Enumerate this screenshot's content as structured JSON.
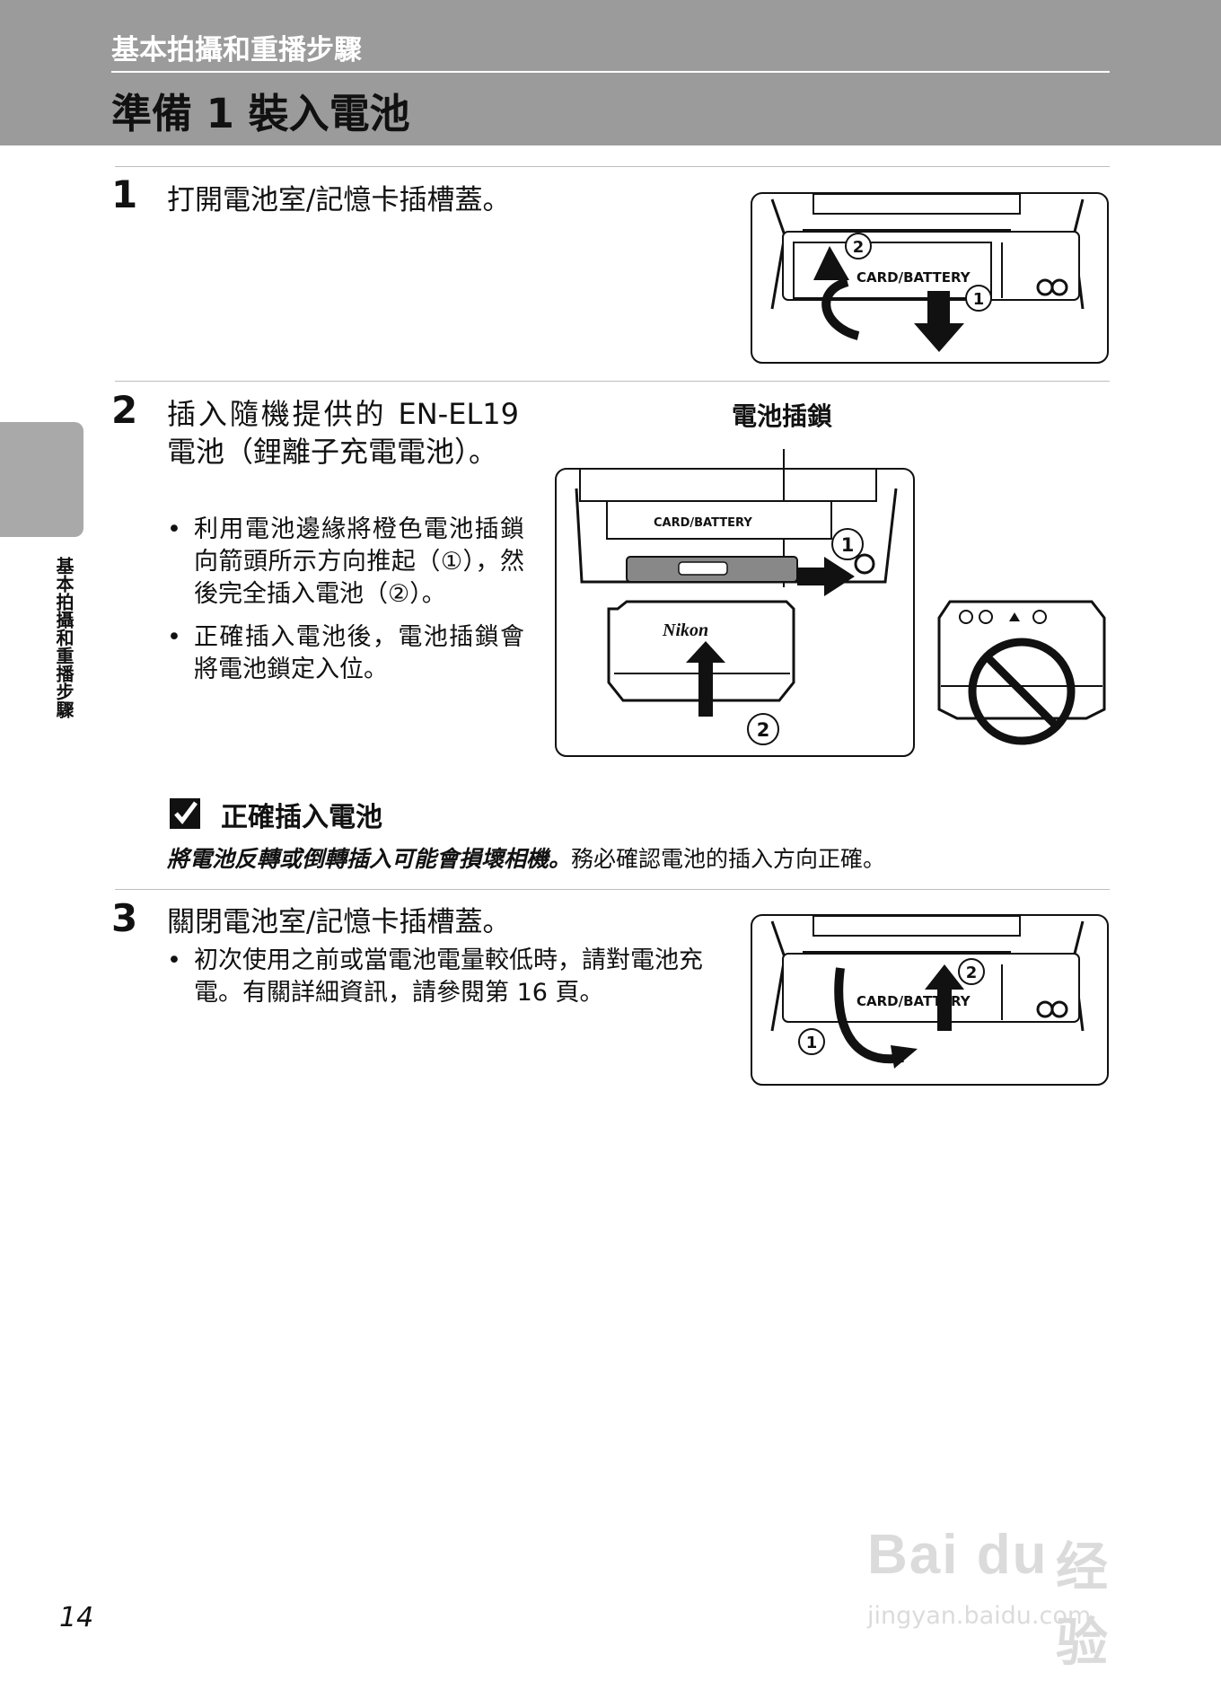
{
  "header": {
    "section": "基本拍攝和重播步驟",
    "title": "準備 1 裝入電池"
  },
  "side_tab_text": "基本拍攝和重播步驟",
  "steps": [
    {
      "number": "1",
      "text": "打開電池室/記憶卡插槽蓋。",
      "figure_labels": {
        "card_battery": "CARD/BATTERY",
        "marker_1": "1",
        "marker_2": "2"
      }
    },
    {
      "number": "2",
      "text": "插入隨機提供的 EN-EL19 電池（鋰離子充電電池）。",
      "bullets": [
        "利用電池邊緣將橙色電池插鎖向箭頭所示方向推起（①），然後完全插入電池（②）。",
        "正確插入電池後，電池插鎖會將電池鎖定入位。"
      ],
      "latch_label": "電池插鎖",
      "figure_labels": {
        "card_battery": "CARD/BATTERY",
        "brand": "Nikon",
        "marker_1": "1",
        "marker_2": "2"
      }
    },
    {
      "number": "3",
      "text": "關閉電池室/記憶卡插槽蓋。",
      "bullets": [
        "初次使用之前或當電池電量較低時，請對電池充電。有關詳細資訊，請參閱第 16 頁。"
      ],
      "figure_labels": {
        "card_battery": "CARD/BATTERY",
        "marker_1": "1",
        "marker_2": "2"
      }
    }
  ],
  "note": {
    "title": "正確插入電池",
    "strong_text": "將電池反轉或倒轉插入可能會損壞相機。",
    "text": "務必確認電池的插入方向正確。"
  },
  "page_number": "14",
  "watermark": {
    "logo": "Bai du",
    "cn": "经验",
    "url": "jingyan.baidu.com"
  }
}
